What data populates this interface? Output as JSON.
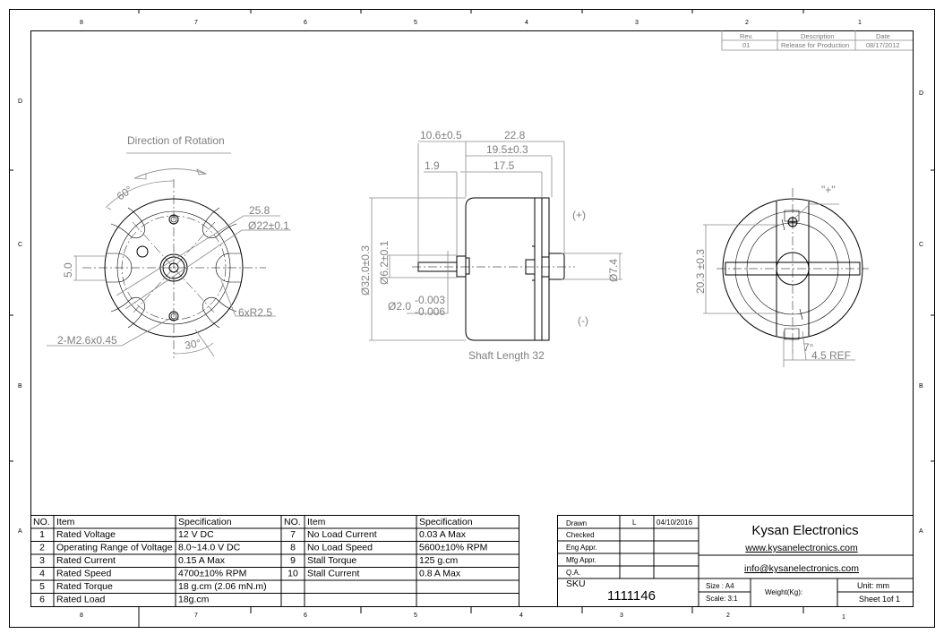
{
  "zones": {
    "columns": [
      "8",
      "7",
      "6",
      "5",
      "4",
      "3",
      "2",
      "1"
    ],
    "rows": [
      "D",
      "C",
      "B",
      "A"
    ]
  },
  "revision": {
    "headers": [
      "Rev.",
      "Description",
      "Date"
    ],
    "row": [
      "01",
      "Release for Production",
      "08/17/2012"
    ]
  },
  "views": {
    "front": {
      "title": "Direction of Rotation",
      "dims": [
        "60°",
        "25.8",
        "Ø22±0.1",
        "5.0",
        "6xR2.5",
        "2-M2.6x0.45",
        "30°"
      ]
    },
    "side": {
      "dims": [
        "10.6±0.5",
        "22.8",
        "19.5±0.3",
        "1.9",
        "17.5",
        "Ø32.0±0.3",
        "Ø6.2±0.1",
        "Ø2.0",
        "-0.003",
        "-0.006",
        "Ø7.4"
      ],
      "plus": "(+)",
      "minus": "(-)",
      "note": "Shaft Length 32"
    },
    "rear": {
      "dims": [
        "\"+\"",
        "20.3 ±0.3",
        "7°",
        "4.5 REF"
      ]
    }
  },
  "spec_table": {
    "headers": [
      "NO.",
      "Item",
      "Specification",
      "NO.",
      "Item",
      "Specification"
    ],
    "rows": [
      [
        "1",
        "Rated Voltage",
        "12 V DC",
        "7",
        "No Load Current",
        "0.03 A Max"
      ],
      [
        "2",
        "Operating Range of Voltage",
        "8.0~14.0 V DC",
        "8",
        "No Load Speed",
        "5600±10% RPM"
      ],
      [
        "3",
        "Rated Current",
        "0.15 A Max",
        "9",
        "Stall Torque",
        "125 g.cm"
      ],
      [
        "4",
        "Rated Speed",
        "4700±10% RPM",
        "10",
        "Stall Current",
        "0.8 A Max"
      ],
      [
        "5",
        "Rated Torque",
        "18 g.cm (2.06 mN.m)",
        "",
        "",
        ""
      ],
      [
        "6",
        "Rated Load",
        "18g.cm",
        "",
        "",
        ""
      ]
    ]
  },
  "title_block": {
    "drawn_label": "Drawn",
    "drawn_by": "L",
    "drawn_date": "04/10/2016",
    "checked_label": "Checked",
    "eng_label": "Eng Appr.",
    "mfg_label": "Mfg Appr.",
    "qa_label": "Q.A.",
    "sku_label": "SKU",
    "sku": "1111146",
    "company": "Kysan Electronics",
    "website": "www.kysanelectronics.com",
    "email": "info@kysanelectronics.com",
    "size": "Size : A4",
    "scale": "Scale: 3:1",
    "weight": "Weight(Kg):",
    "unit": "Unit: mm",
    "sheet": "Sheet 1of 1"
  }
}
